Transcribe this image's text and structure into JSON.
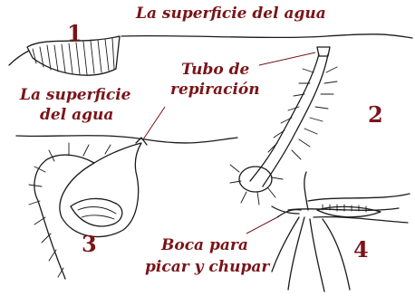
{
  "labels": {
    "surface_top": "La superficie del agua",
    "surface_left_line1": "La superficie",
    "surface_left_line2": "del agua",
    "tube_line1": "Tubo de",
    "tube_line2": "repiración",
    "mouth_line1": "Boca para",
    "mouth_line2": "picar y chupar"
  },
  "numbers": {
    "stage1": "1",
    "stage2": "2",
    "stage3": "3",
    "stage4": "4"
  },
  "colors": {
    "label": "#7a1418",
    "ink": "#1a1a1a",
    "background": "#ffffff"
  }
}
